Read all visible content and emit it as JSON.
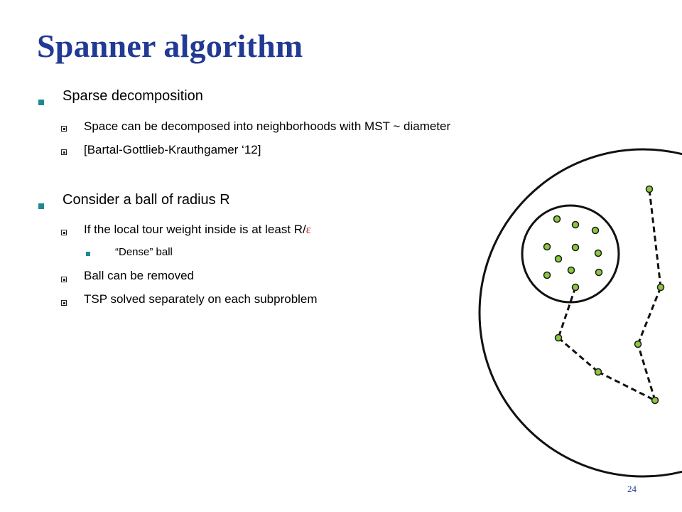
{
  "slide": {
    "title": "Spanner algorithm",
    "page_number": "24"
  },
  "bullets": {
    "b1": {
      "text": "Sparse decomposition"
    },
    "b1a": {
      "text": "Space can be decomposed into neighborhoods with MST ~ diameter"
    },
    "b1b": {
      "text": "[Bartal-Gottlieb-Krauthgamer ‘12]"
    },
    "b2": {
      "text": "Consider a ball of radius R"
    },
    "b2a": {
      "text": "If the local tour weight inside is at least R/",
      "symbol": "ε"
    },
    "b2a1": {
      "text": "“Dense” ball"
    },
    "b2b": {
      "text": "Ball can be removed"
    },
    "b2c": {
      "text": "TSP solved separately on each subproblem"
    }
  },
  "diagram": {
    "node_color": "#8cc63f",
    "node_stroke": "#1a1a1a"
  }
}
